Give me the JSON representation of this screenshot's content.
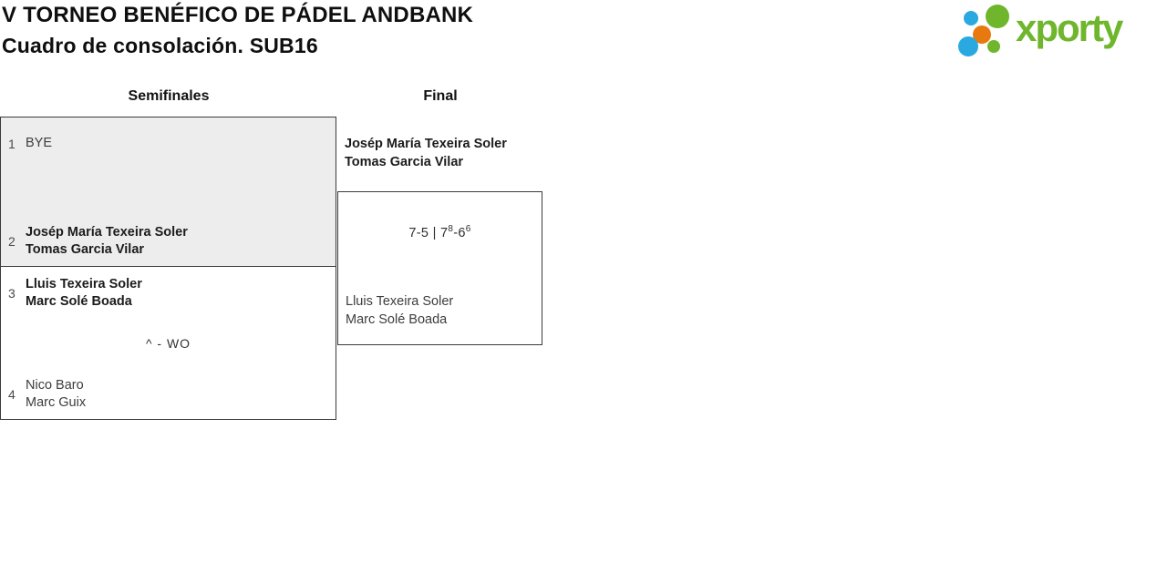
{
  "header": {
    "title": "V TORNEO BENÉFICO DE PÁDEL ANDBANK",
    "subtitle": "Cuadro de consolación. SUB16"
  },
  "logo": {
    "brand": "xporty",
    "colors": {
      "green": "#6fb62c",
      "blue": "#29a9e0",
      "orange": "#e8790f"
    }
  },
  "bracket": {
    "round_headers": {
      "semifinals": "Semifinales",
      "final": "Final"
    },
    "semifinals": {
      "match1": {
        "team1": {
          "seed": "1",
          "player1": "BYE"
        },
        "team2": {
          "seed": "2",
          "player1": "Josép María Texeira Soler",
          "player2": "Tomas Garcia Vilar"
        }
      },
      "match2": {
        "team1": {
          "seed": "3",
          "player1": "Lluis Texeira Soler",
          "player2": "Marc Solé Boada"
        },
        "team2": {
          "seed": "4",
          "player1": "Nico Baro",
          "player2": "Marc Guix"
        },
        "note": "^ - WO"
      }
    },
    "final": {
      "winner": {
        "player1": "Josép María Texeira Soler",
        "player2": "Tomas Garcia Vilar"
      },
      "runner_up": {
        "player1": "Lluis Texeira Soler",
        "player2": "Marc Solé Boada"
      },
      "score": {
        "part1": "7-5 | 7",
        "sup1": "8",
        "part2": "-6",
        "sup2": "6"
      }
    }
  }
}
